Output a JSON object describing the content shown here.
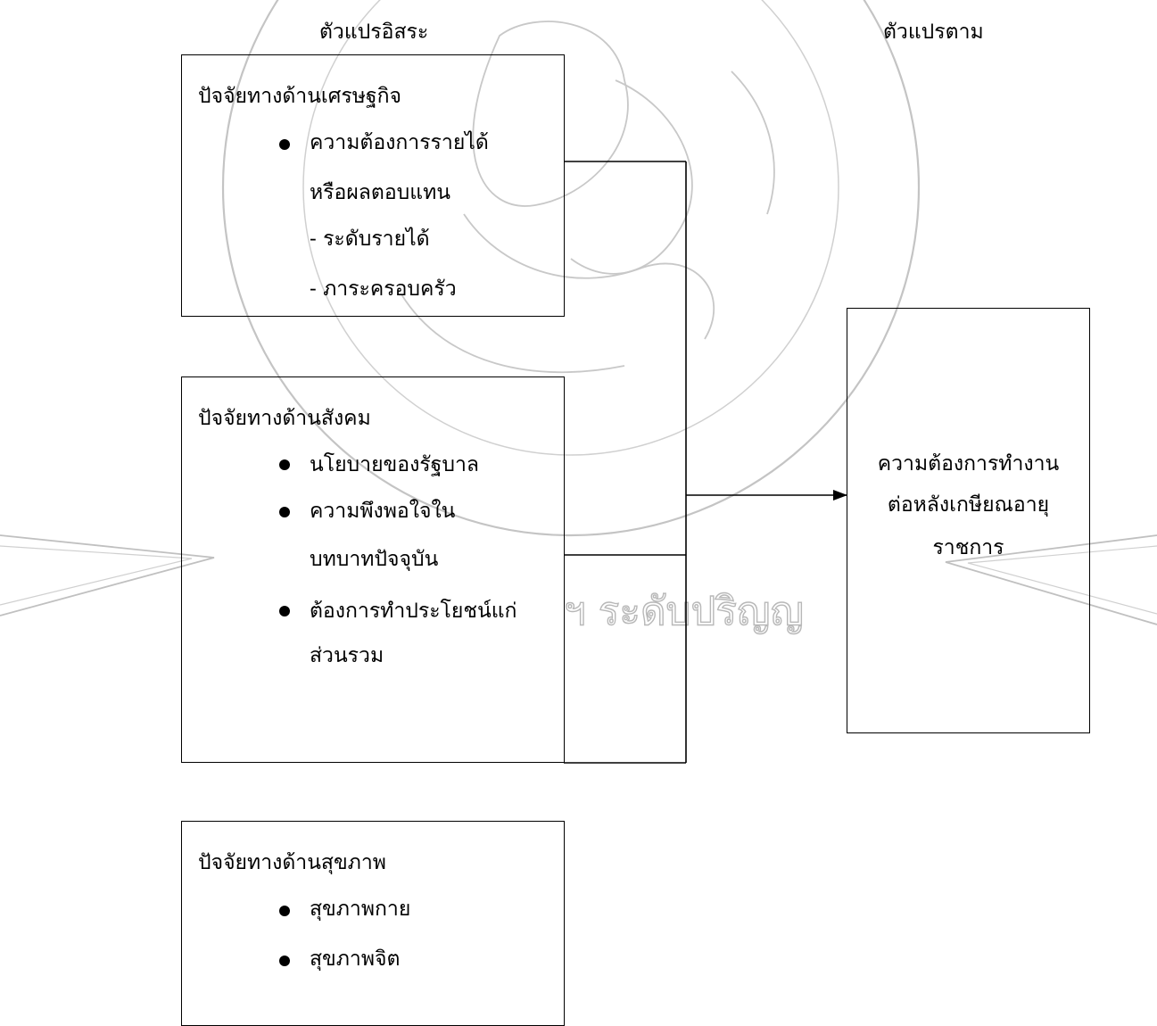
{
  "headings": {
    "independent": "ตัวแปรอิสระ",
    "dependent": "ตัวแปรตาม"
  },
  "boxes": {
    "economic": {
      "title": "ปัจจัยทางด้านเศรษฐกิจ",
      "bullet1_line1": "ความต้องการรายได้",
      "bullet1_line2": "หรือผลตอบแทน",
      "sub1": "- ระดับรายได้",
      "sub2": "- ภาระครอบครัว"
    },
    "social": {
      "title": "ปัจจัยทางด้านสังคม",
      "bullet1": "นโยบายของรัฐบาล",
      "bullet2_line1": "ความพึงพอใจใน",
      "bullet2_line2": "บทบาทปัจจุบัน",
      "bullet3_line1": "ต้องการทำประโยชน์แก่",
      "bullet3_line2": "ส่วนรวม"
    },
    "health": {
      "title": "ปัจจัยทางด้านสุขภาพ",
      "bullet1": "สุขภาพกาย",
      "bullet2": "สุขภาพจิต"
    },
    "outcome": {
      "line1": "ความต้องการทำงาน",
      "line2": "ต่อหลังเกษียณอายุ",
      "line3": "ราชการ"
    }
  },
  "watermark": {
    "text": "ฯ ระดับปริญญ"
  },
  "colors": {
    "line": "#000000",
    "watermark": "#b8b8b8"
  }
}
